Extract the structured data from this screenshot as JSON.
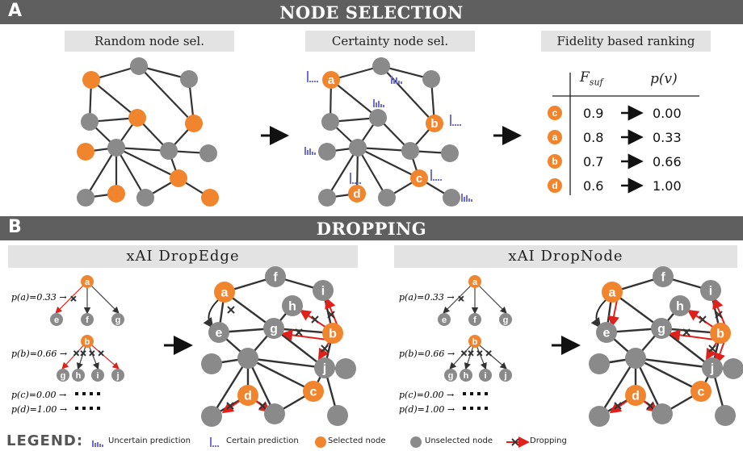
{
  "section_a": {
    "letter": "A",
    "title": "NODE SELECTION"
  },
  "section_b": {
    "letter": "B",
    "title": "DROPPING"
  },
  "panel_titles": {
    "random": "Random node sel.",
    "certainty": "Certainty node sel.",
    "fidelity": "Fidelity based ranking",
    "drop_edge": "xAI DropEdge",
    "drop_node": "xAI DropNode"
  },
  "ranking": {
    "col_fsuf": "F",
    "col_fsuf_sub": "suf",
    "col_pv": "p(v)",
    "rows": [
      {
        "node": "c",
        "fsuf": "0.9",
        "pv": "0.00"
      },
      {
        "node": "a",
        "fsuf": "0.8",
        "pv": "0.33"
      },
      {
        "node": "b",
        "fsuf": "0.7",
        "pv": "0.66"
      },
      {
        "node": "d",
        "fsuf": "0.6",
        "pv": "1.00"
      }
    ]
  },
  "probabilities": {
    "pa": "p(a)=0.33 →",
    "pb": "p(b)=0.66 →",
    "pc": "p(c)=0.00 →",
    "pd": "p(d)=1.00 →"
  },
  "node_labels": {
    "a": "a",
    "b": "b",
    "c": "c",
    "d": "d",
    "e": "e",
    "f": "f",
    "g": "g",
    "h": "h",
    "i": "i",
    "j": "j"
  },
  "legend": {
    "title": "LEGEND:",
    "uncertain": "Uncertain prediction",
    "certain": "Certain prediction",
    "selected": "Selected node",
    "unselected": "Unselected node",
    "dropping": "Dropping"
  },
  "colors": {
    "selected": "#f0852e",
    "unselected": "#8a8a8a",
    "banner": "#5f5f5f",
    "drop": "#e0201b",
    "hist": "#6f6fd8"
  }
}
